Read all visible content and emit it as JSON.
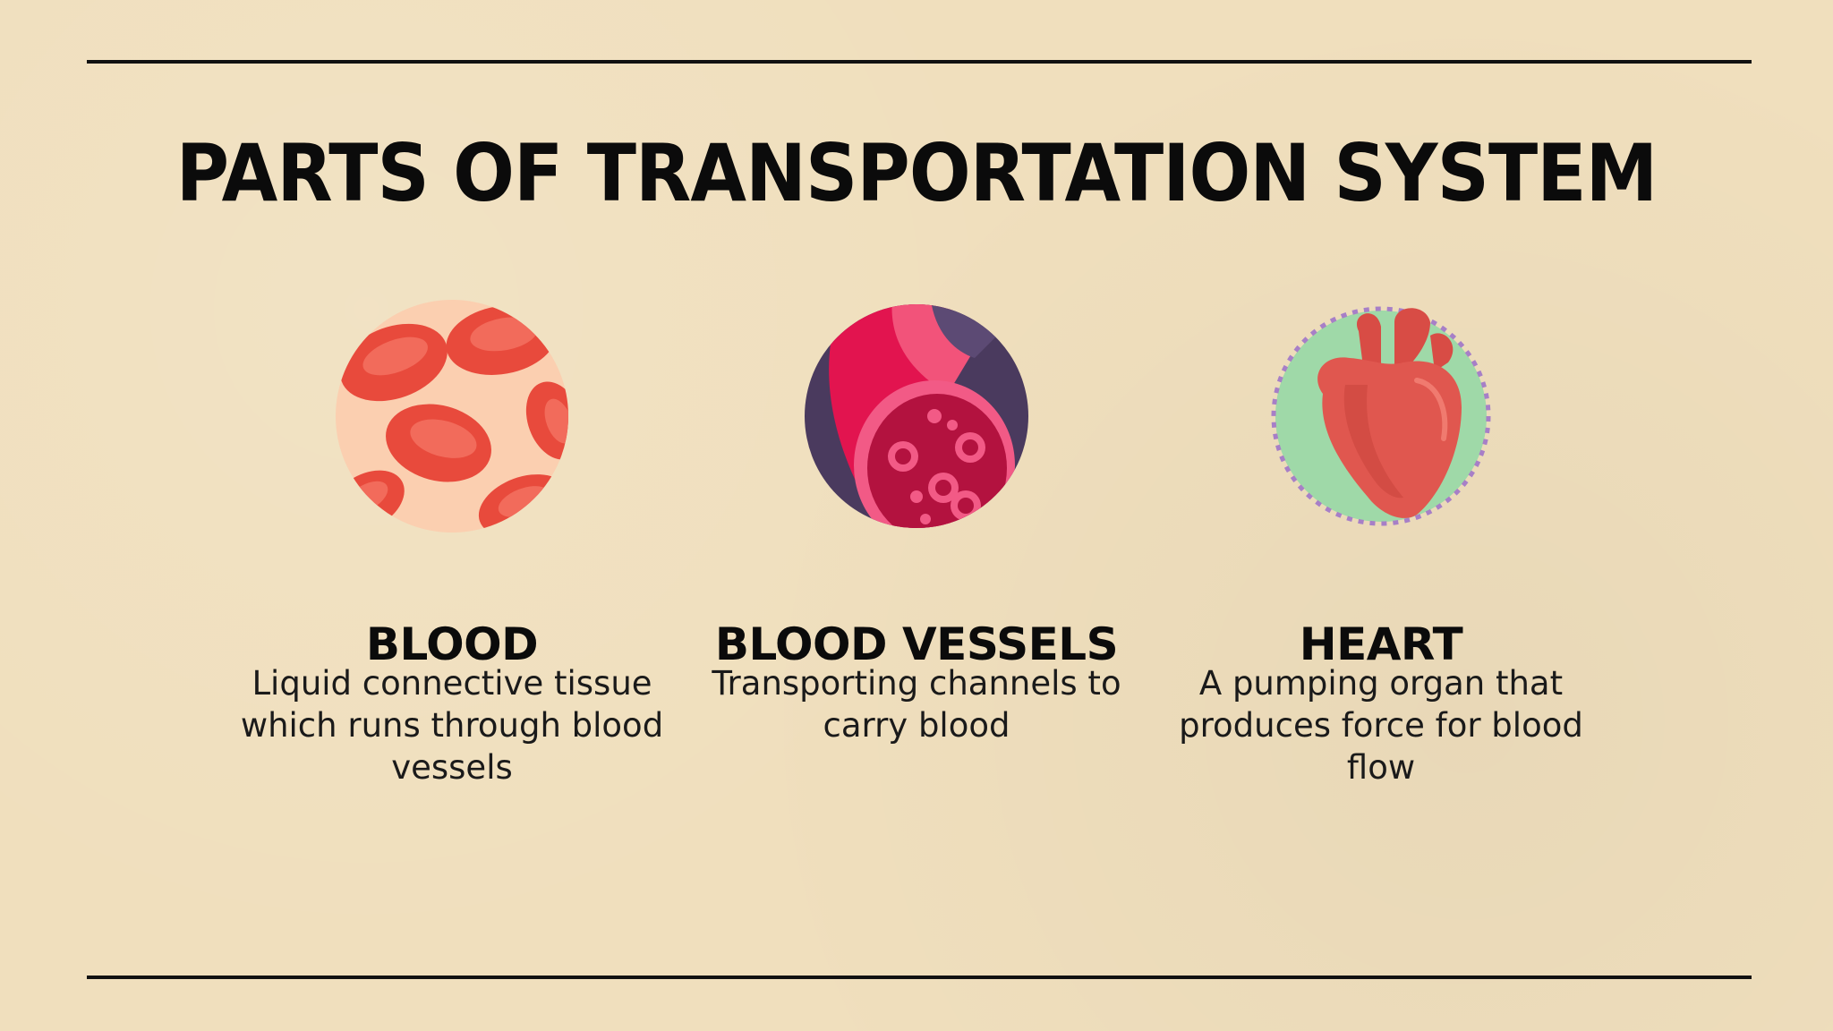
{
  "slide": {
    "title": "PARTS OF TRANSPORTATION SYSTEM",
    "background_color": "#f0dfbd",
    "rule_color": "#111111",
    "items": [
      {
        "icon": "red-blood-cells-icon",
        "heading": "BLOOD",
        "text": "Liquid connective tissue which runs through blood vessels"
      },
      {
        "icon": "blood-vessel-icon",
        "heading": "BLOOD VESSELS",
        "text": "Transporting channels to carry blood"
      },
      {
        "icon": "heart-icon",
        "heading": "HEART",
        "text": "A pumping organ that produces force for blood flow"
      }
    ]
  }
}
